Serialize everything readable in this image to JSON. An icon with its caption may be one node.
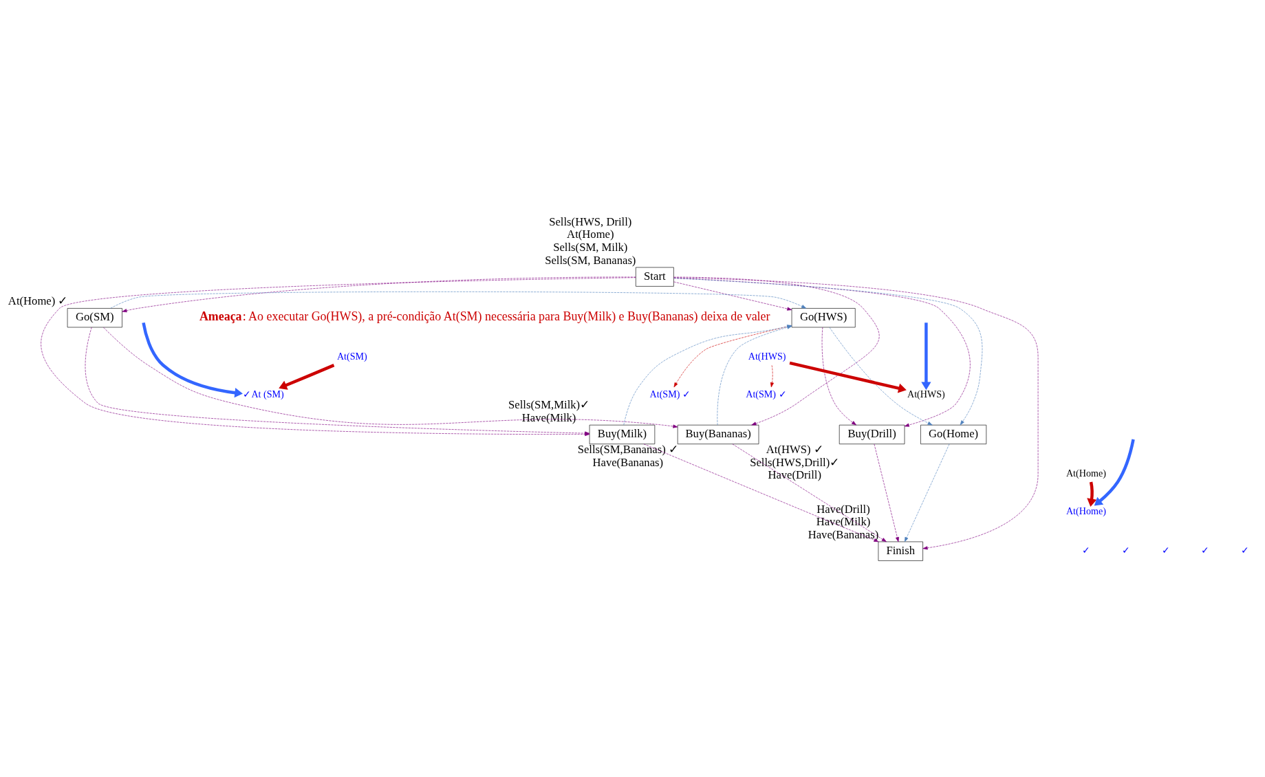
{
  "diagram": {
    "nodes": [
      {
        "text": [
          "Start"
        ],
        "beside": [
          "Sells(HWS, Drill)",
          "At(Home)",
          "Sells(SM, Milk)",
          "Sells(SM, Bananas)"
        ]
      },
      {
        "text": [
          "Go(HWS)"
        ]
      },
      {
        "text": [
          "Go(SM)"
        ],
        "beside": [
          "At(Home) ✓"
        ]
      },
      {
        "text": [
          "Buy(Drill)"
        ],
        "beside": [
          "At(HWS) ✓",
          "Sells(HWS,Drill)✓",
          "Have(Drill)"
        ]
      },
      {
        "text": [
          "Buy(Milk)"
        ],
        "beside": [
          "Sells(SM,Milk)✓",
          "Have(Milk)"
        ]
      },
      {
        "text": [
          "Buy(Bananas)"
        ],
        "beside": [
          "Sells(SM,Bananas) ✓",
          "Have(Bananas)"
        ]
      },
      {
        "text": [
          "Go(Home)"
        ]
      },
      {
        "text": [
          "Finish"
        ],
        "beside": [
          "Have(Drill)",
          "Have(Milk)",
          "Have(Bananas)"
        ]
      },
      {
        "text": [
          "✓At (SM)"
        ]
      },
      {
        "text": [
          "At(HWS)"
        ]
      },
      {
        "text": [
          "At(SM)"
        ]
      },
      {
        "text": [
          "At(HWS)"
        ]
      },
      {
        "text": [
          "At(Home)"
        ]
      },
      {
        "text": [
          "At(Home)"
        ]
      },
      {
        "text": [
          "At(SM) ✓"
        ]
      },
      {
        "text": [
          "At(SM) ✓"
        ]
      }
    ],
    "edges": [
      {
        "from": 0,
        "to": 1,
        "arrow": "to",
        "style": "dashed"
      },
      {
        "from": 0,
        "to": 2,
        "arrow": "to",
        "style": "dashed"
      },
      {
        "from": 0,
        "to": 3,
        "arrow": "to",
        "style": "dashed"
      },
      {
        "from": 0,
        "to": 4,
        "arrow": "to",
        "style": "dashed"
      },
      {
        "from": 0,
        "to": 5,
        "arrow": "to",
        "style": "dashed"
      },
      {
        "from": 0,
        "to": 7,
        "arrow": "to",
        "style": "dashed"
      },
      {
        "from": 1,
        "to": 3,
        "arrow": "to",
        "style": "dashed"
      },
      {
        "from": 2,
        "to": 4,
        "arrow": "to",
        "style": "dashed"
      },
      {
        "from": 2,
        "to": 5,
        "arrow": "to",
        "style": "dashed"
      },
      {
        "from": 3,
        "to": 7,
        "arrow": "to",
        "style": "dashed"
      },
      {
        "from": 4,
        "to": 7,
        "arrow": "to",
        "style": "dashed"
      },
      {
        "from": 5,
        "to": 7,
        "arrow": "to",
        "style": "dashed"
      },
      {
        "from": 2,
        "to": 1,
        "arrow": "to",
        "style": "dashed",
        "color": "#4f81bd"
      },
      {
        "from": 4,
        "to": 1,
        "arrow": "to",
        "style": "dashed",
        "color": "#4f81bd"
      },
      {
        "from": 5,
        "to": 1,
        "arrow": "to",
        "style": "dashed",
        "color": "#4f81bd"
      },
      {
        "from": 1,
        "to": 6,
        "arrow": "to",
        "style": "dashed",
        "color": "#4f81bd"
      },
      {
        "from": 0,
        "to": 6,
        "arrow": "to",
        "style": "dashed",
        "color": "#4f81bd"
      },
      {
        "from": 6,
        "to": 7,
        "arrow": "to",
        "style": "dashed",
        "color": "#4f81bd"
      },
      {
        "from": 10,
        "to": 8,
        "arrow": "to",
        "style": "thick",
        "color": "#cc0000"
      },
      {
        "from": 9,
        "to": 11,
        "arrow": "to",
        "style": "thick",
        "color": "#cc0000"
      },
      {
        "from": 12,
        "to": 13,
        "arrow": "to",
        "style": "thick",
        "color": "#cc0000"
      },
      {
        "from": 1,
        "to": 15,
        "arrow": "to",
        "style": "dashed",
        "color": "#cc0000"
      },
      {
        "from": 9,
        "to": 14,
        "arrow": "to",
        "style": "dashed",
        "color": "#cc0000"
      },
      {
        "from": null,
        "to": 8,
        "arrow": "to",
        "style": "thick",
        "color": "#3366ff"
      },
      {
        "from": null,
        "to": 11,
        "arrow": "to",
        "style": "thick",
        "color": "#3366ff"
      },
      {
        "from": null,
        "to": 13,
        "arrow": "to",
        "style": "thick",
        "color": "#3366ff"
      }
    ],
    "labels": [
      "**Ameaça**: Ao executar Go(HWS), a pré-condição At(SM) necessária para Buy(Milk) e Buy(Bananas) deixa de valer",
      "✓",
      "✓",
      "✓",
      "✓",
      "✓"
    ]
  }
}
